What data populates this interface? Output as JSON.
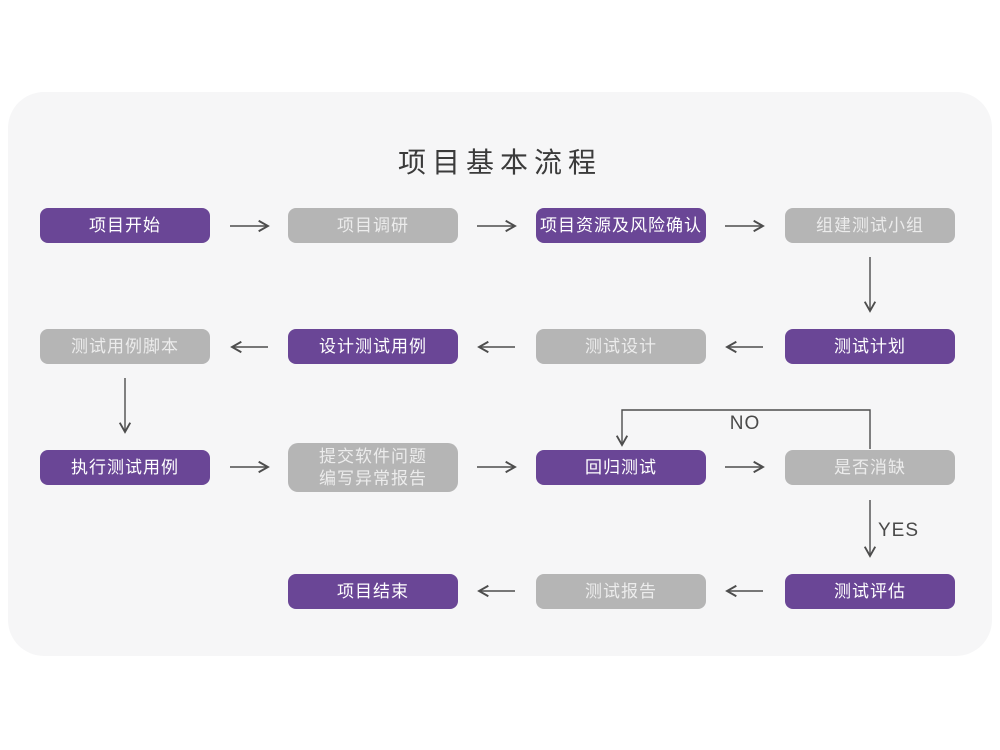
{
  "title": "项目基本流程",
  "nodes": [
    {
      "id": "project-start",
      "label": "项目开始",
      "style": "primary"
    },
    {
      "id": "project-research",
      "label": "项目调研",
      "style": "secondary"
    },
    {
      "id": "resources-risk-confirm",
      "label": "项目资源及风险确认",
      "style": "primary"
    },
    {
      "id": "build-test-team",
      "label": "组建测试小组",
      "style": "secondary"
    },
    {
      "id": "test-case-script",
      "label": "测试用例脚本",
      "style": "secondary"
    },
    {
      "id": "design-test-cases",
      "label": "设计测试用例",
      "style": "primary"
    },
    {
      "id": "test-design",
      "label": "测试设计",
      "style": "secondary"
    },
    {
      "id": "test-plan",
      "label": "测试计划",
      "style": "primary"
    },
    {
      "id": "execute-test-cases",
      "label": "执行测试用例",
      "style": "primary"
    },
    {
      "id": "submit-issue-report",
      "label": "提交软件问题\n编写异常报告",
      "style": "secondary"
    },
    {
      "id": "regression-test",
      "label": "回归测试",
      "style": "primary"
    },
    {
      "id": "defect-cleared",
      "label": "是否消缺",
      "style": "secondary"
    },
    {
      "id": "project-end",
      "label": "项目结束",
      "style": "primary"
    },
    {
      "id": "test-report",
      "label": "测试报告",
      "style": "secondary"
    },
    {
      "id": "test-evaluation",
      "label": "测试评估",
      "style": "primary"
    }
  ],
  "labels": {
    "no": "NO",
    "yes": "YES"
  },
  "colors": {
    "node_primary": "#6a4696",
    "node_secondary": "#b5b5b5",
    "canvas": "#f6f6f7",
    "page_background": "#ffffff",
    "arrow": "#4d4d4d",
    "title_text": "#3b3b3b"
  }
}
